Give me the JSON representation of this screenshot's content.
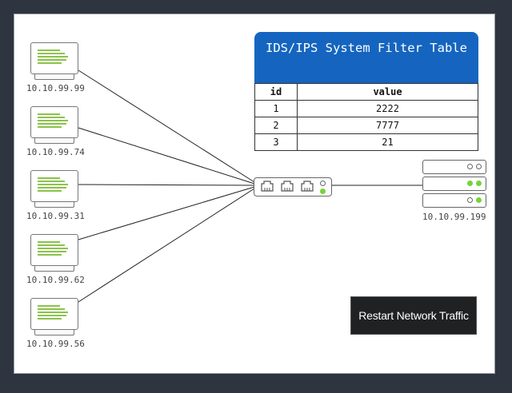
{
  "table": {
    "title": "IDS/IPS System Filter Table",
    "columns": [
      "id",
      "value"
    ],
    "rows": [
      {
        "id": "1",
        "value": "2222"
      },
      {
        "id": "2",
        "value": "7777"
      },
      {
        "id": "3",
        "value": "21"
      }
    ]
  },
  "hosts": [
    {
      "ip": "10.10.99.99"
    },
    {
      "ip": "10.10.99.74"
    },
    {
      "ip": "10.10.99.31"
    },
    {
      "ip": "10.10.99.62"
    },
    {
      "ip": "10.10.99.56"
    }
  ],
  "server": {
    "ip": "10.10.99.199"
  },
  "restart_button_label": "Restart Network Traffic",
  "icons": {
    "host": "desktop-monitor-icon",
    "switch": "network-switch-icon",
    "server": "server-rack-icon"
  },
  "colors": {
    "background": "#2f3441",
    "table_header": "#1565c0",
    "led_active": "#76d33b",
    "button": "#1f2123"
  }
}
